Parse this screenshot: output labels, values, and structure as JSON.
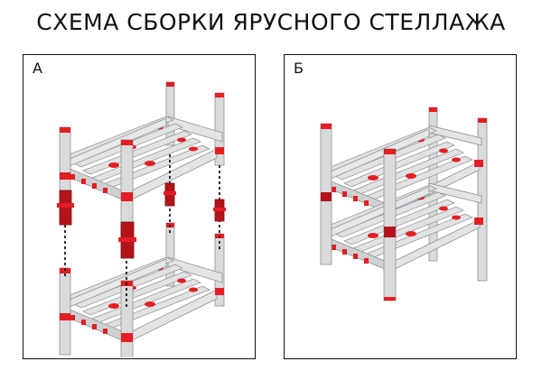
{
  "title": "СХЕМА СБОРКИ ЯРУСНОГО СТЕЛЛАЖА",
  "panels": [
    {
      "label": "А"
    },
    {
      "label": "Б"
    }
  ],
  "colors": {
    "frame": "#d9dadb",
    "frame_side": "#bfc1c3",
    "frame_edge": "#8e9194",
    "plastic_red": "#e31e24",
    "connector_dark": "#9b1015",
    "guide_line": "#000000"
  }
}
